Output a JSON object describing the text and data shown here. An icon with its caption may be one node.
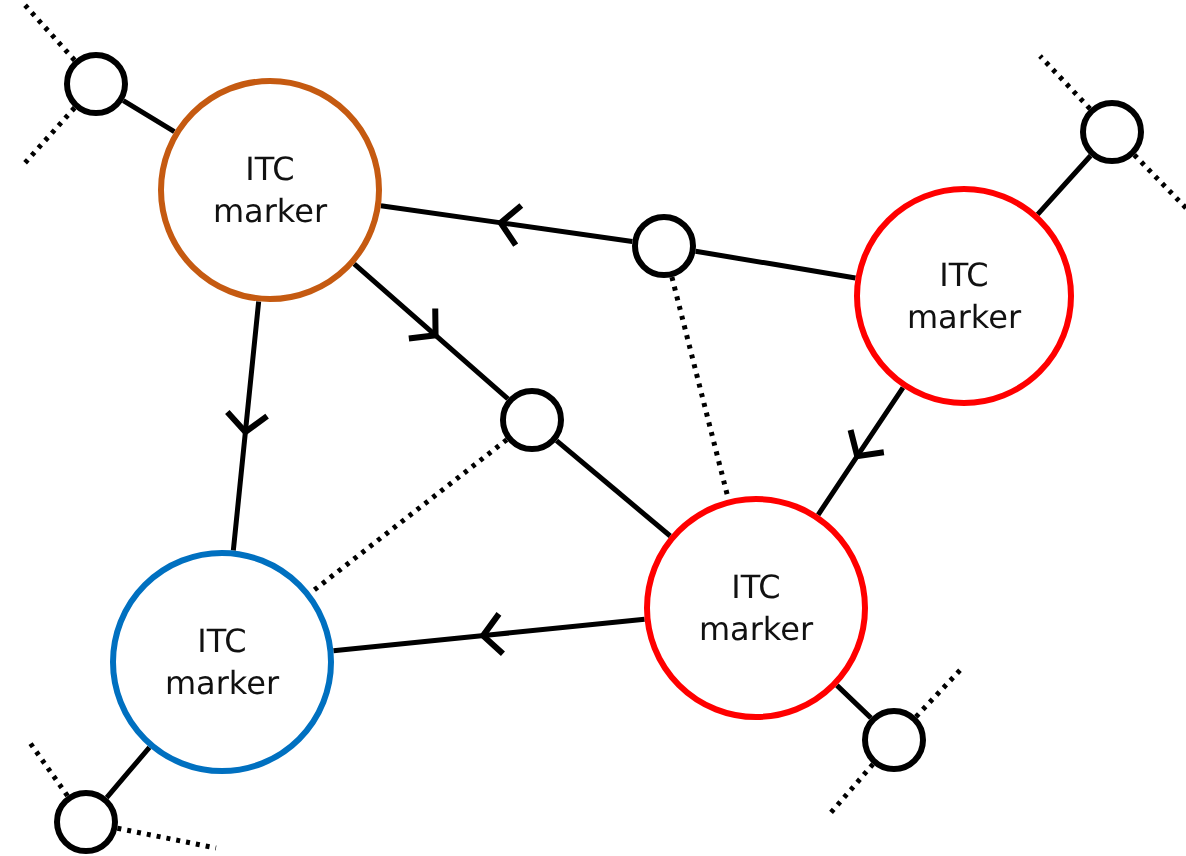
{
  "diagram": {
    "nodes": [
      {
        "text": [
          "ITC marker"
        ]
      },
      {
        "text": [
          "ITC marker"
        ]
      },
      {
        "text": [
          "ITC marker"
        ]
      },
      {
        "text": [
          "ITC marker"
        ]
      },
      {
        "text": [],
        "shape": "circle"
      },
      {
        "text": [],
        "shape": "circle"
      },
      {
        "text": [],
        "shape": "circle"
      },
      {
        "text": [],
        "shape": "circle"
      },
      {
        "text": [],
        "shape": "circle"
      },
      {
        "text": [],
        "shape": "circle"
      }
    ],
    "edges": [
      {
        "from": 4,
        "to": 0,
        "arrow": "none"
      },
      {
        "from": 5,
        "to": 1,
        "arrow": "none"
      },
      {
        "from": 1,
        "to": 6,
        "arrow": "none"
      },
      {
        "from": 6,
        "to": 0,
        "arrow": "to"
      },
      {
        "from": 0,
        "to": 7,
        "arrow": "to"
      },
      {
        "from": 7,
        "to": 3,
        "arrow": "none"
      },
      {
        "from": 0,
        "to": 2,
        "arrow": "to"
      },
      {
        "from": 1,
        "to": 3,
        "arrow": "to"
      },
      {
        "from": 3,
        "to": 2,
        "arrow": "to"
      },
      {
        "from": 6,
        "to": 3,
        "arrow": "none",
        "style": "dashed"
      },
      {
        "from": 7,
        "to": 2,
        "arrow": "none",
        "style": "dashed"
      },
      {
        "from": 3,
        "to": 9,
        "arrow": "none"
      },
      {
        "from": 2,
        "to": 8,
        "arrow": "none"
      },
      {
        "from": 4,
        "to": null,
        "arrow": "none",
        "style": "dashed"
      },
      {
        "from": 4,
        "to": null,
        "arrow": "none",
        "style": "dashed"
      },
      {
        "from": 5,
        "to": null,
        "arrow": "none",
        "style": "dashed"
      },
      {
        "from": 5,
        "to": null,
        "arrow": "none",
        "style": "dashed"
      },
      {
        "from": 9,
        "to": null,
        "arrow": "none",
        "style": "dashed"
      },
      {
        "from": 9,
        "to": null,
        "arrow": "none",
        "style": "dashed"
      },
      {
        "from": 8,
        "to": null,
        "arrow": "none",
        "style": "dashed"
      },
      {
        "from": 8,
        "to": null,
        "arrow": "none",
        "style": "dashed"
      }
    ]
  }
}
